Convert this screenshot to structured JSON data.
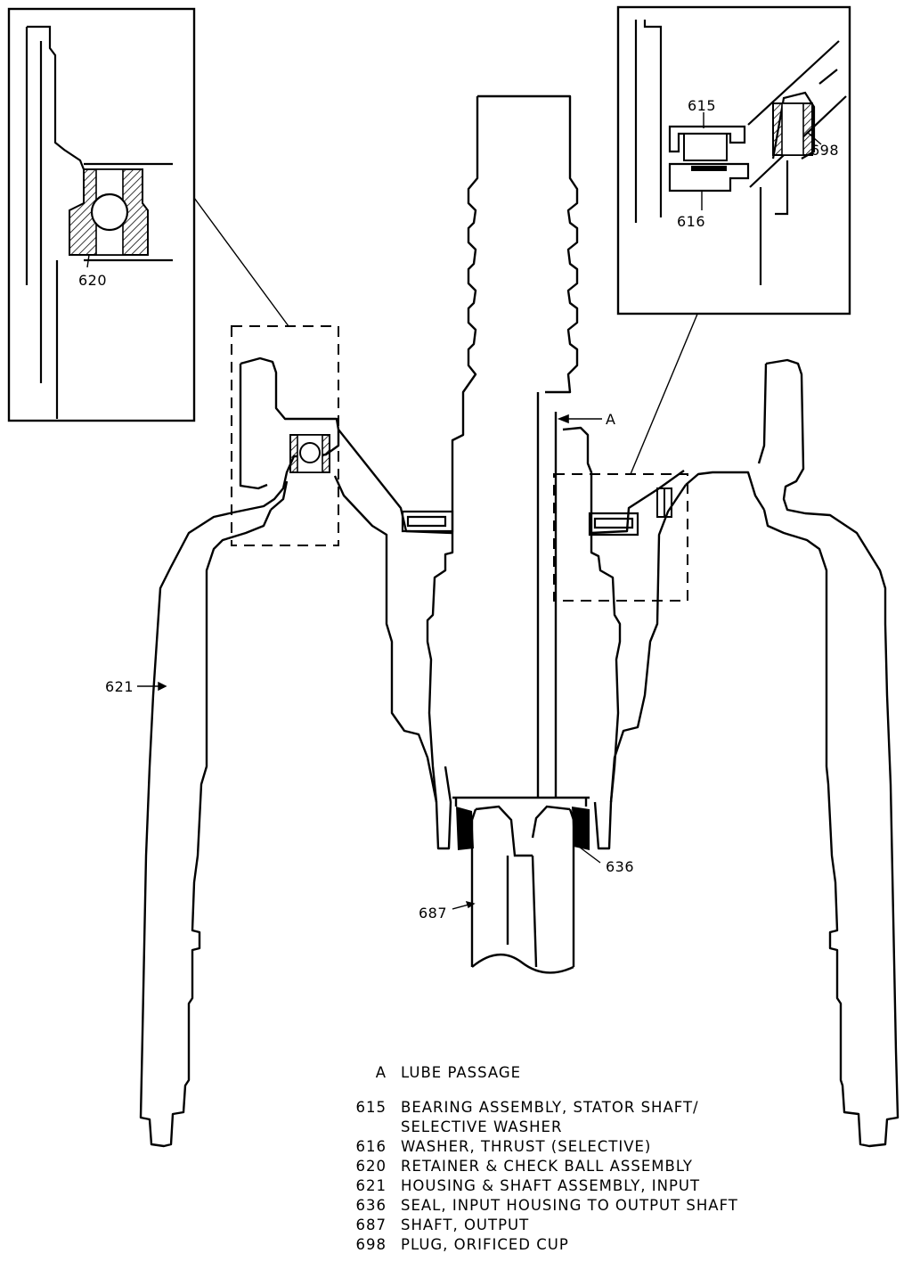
{
  "callouts": {
    "c620": "620",
    "c615": "615",
    "c616": "616",
    "c698": "698",
    "cA": "A",
    "c621": "621",
    "c636": "636",
    "c687": "687"
  },
  "legend": {
    "items": [
      {
        "code": "A",
        "description": "LUBE PASSAGE"
      },
      {
        "code": "615",
        "description": "BEARING ASSEMBLY, STATOR SHAFT/\nSELECTIVE WASHER"
      },
      {
        "code": "616",
        "description": "WASHER, THRUST (SELECTIVE)"
      },
      {
        "code": "620",
        "description": "RETAINER & CHECK BALL ASSEMBLY"
      },
      {
        "code": "621",
        "description": "HOUSING & SHAFT ASSEMBLY, INPUT"
      },
      {
        "code": "636",
        "description": "SEAL, INPUT HOUSING TO OUTPUT SHAFT"
      },
      {
        "code": "687",
        "description": "SHAFT, OUTPUT"
      },
      {
        "code": "698",
        "description": "PLUG, ORIFICED CUP"
      }
    ]
  }
}
